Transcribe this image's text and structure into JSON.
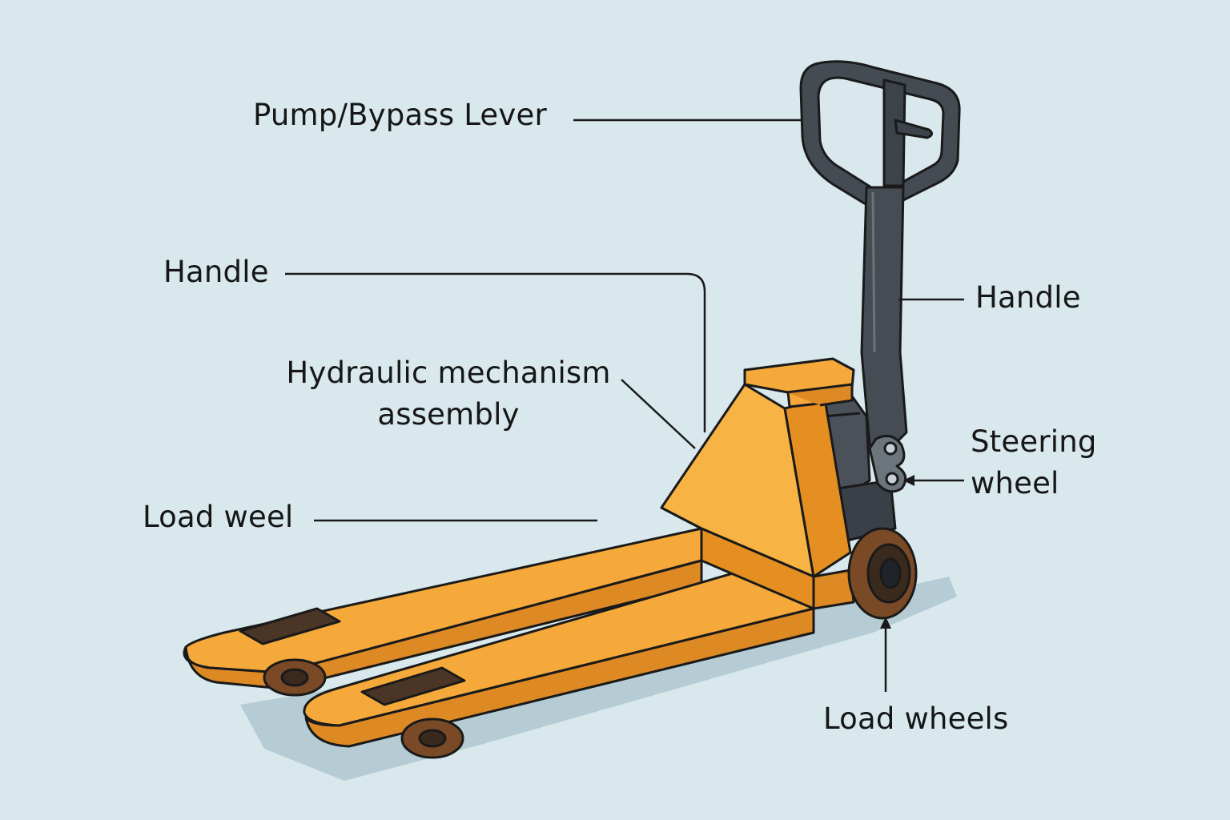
{
  "diagram": {
    "labels": {
      "pump_bypass_lever": "Pump/Bypass Lever",
      "handle_left": "Handle",
      "handle_right": "Handle",
      "hydraulic_line1": "Hydraulic mechanism",
      "hydraulic_line2": "assembly",
      "steering_line1": "Steering",
      "steering_line2": "wheel",
      "load_weel": "Load weel",
      "load_wheels": "Load wheels"
    },
    "colors": {
      "background": "#d8e8ec",
      "body_orange": "#f5a93a",
      "body_orange_shadow": "#de8a24",
      "handle_dark": "#3f454c",
      "wheel_brown": "#7a4a26",
      "outline": "#1a1a1a"
    }
  }
}
